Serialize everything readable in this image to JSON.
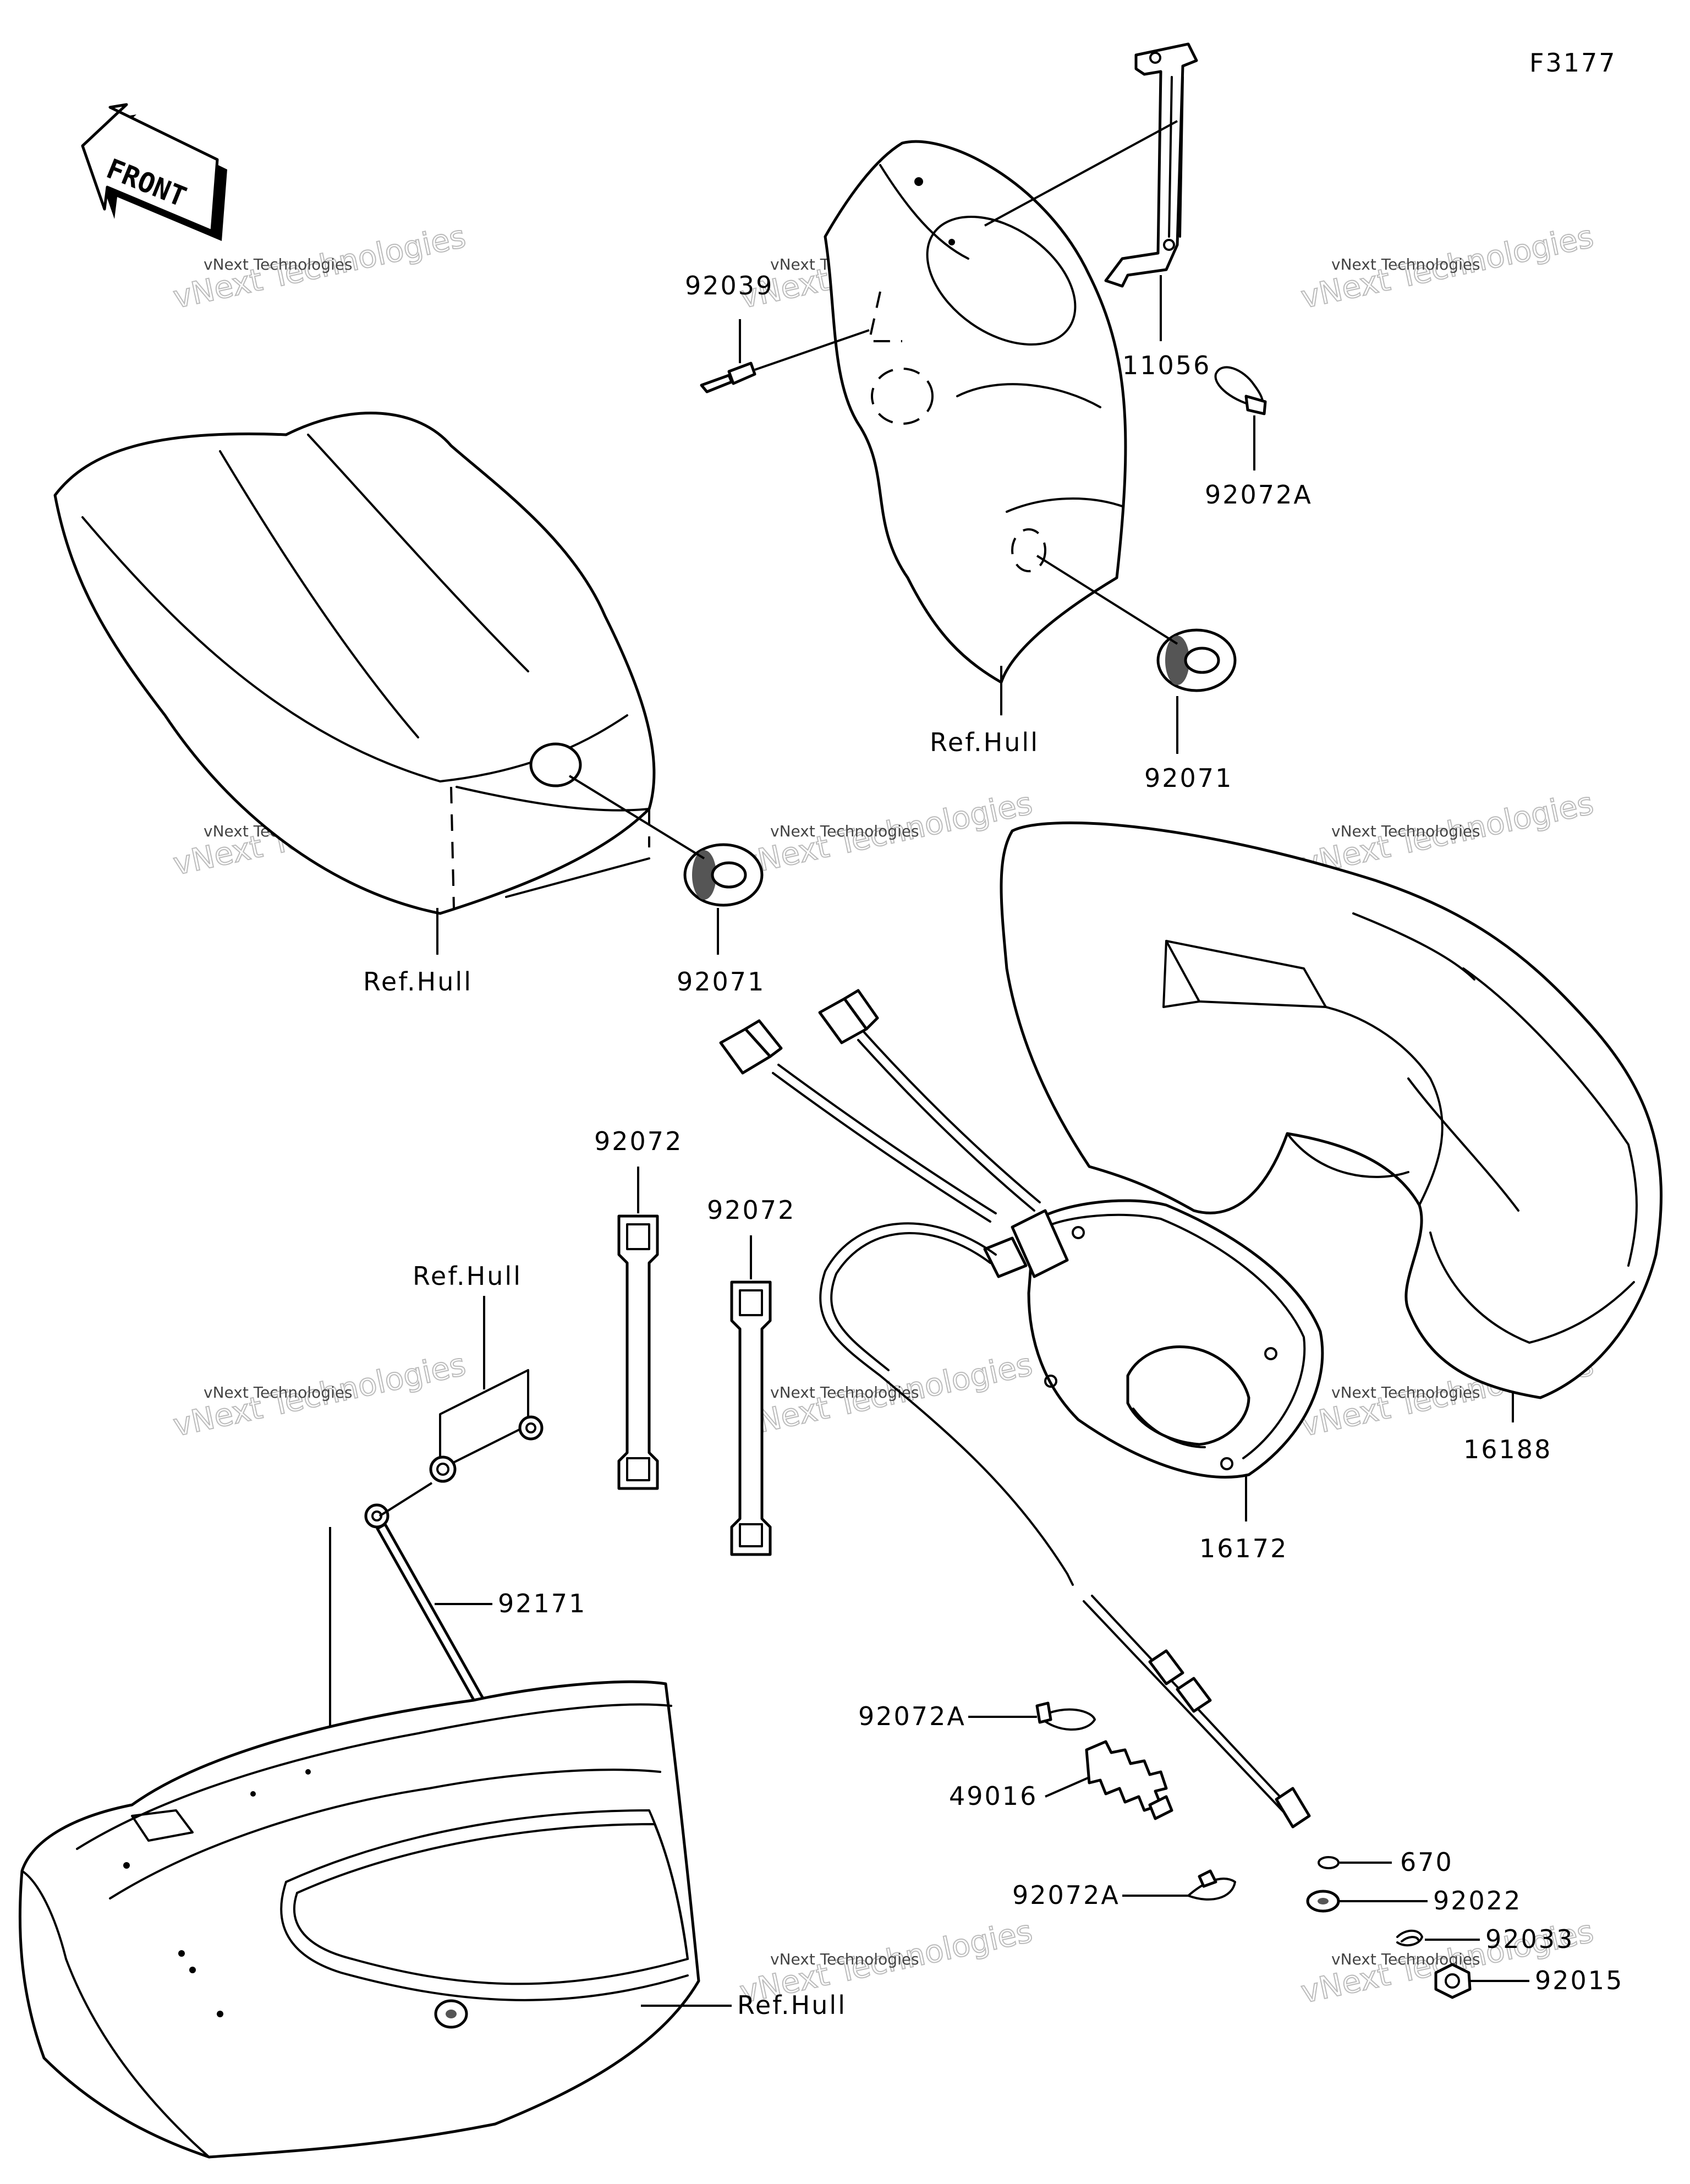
{
  "diagram": {
    "code": "F3177",
    "front_arrow": "FRONT",
    "labels": {
      "p92039": "92039",
      "p11056": "11056",
      "p92072A_top": "92072A",
      "ref_hull_top": "Ref.Hull",
      "p92071_right": "92071",
      "ref_hull_left": "Ref.Hull",
      "p92071_left": "92071",
      "p92072_a": "92072",
      "p92072_b": "92072",
      "ref_hull_mid": "Ref.Hull",
      "p92171": "92171",
      "p16188": "16188",
      "p16172": "16172",
      "p92072A_mid": "92072A",
      "p49016": "49016",
      "p92072A_low": "92072A",
      "p670": "670",
      "p92022": "92022",
      "p92033": "92033",
      "p92015": "92015",
      "ref_hull_bottom": "Ref.Hull"
    },
    "watermark": {
      "line1": "vNext Technologies",
      "line2": "vNext Technologies"
    }
  }
}
